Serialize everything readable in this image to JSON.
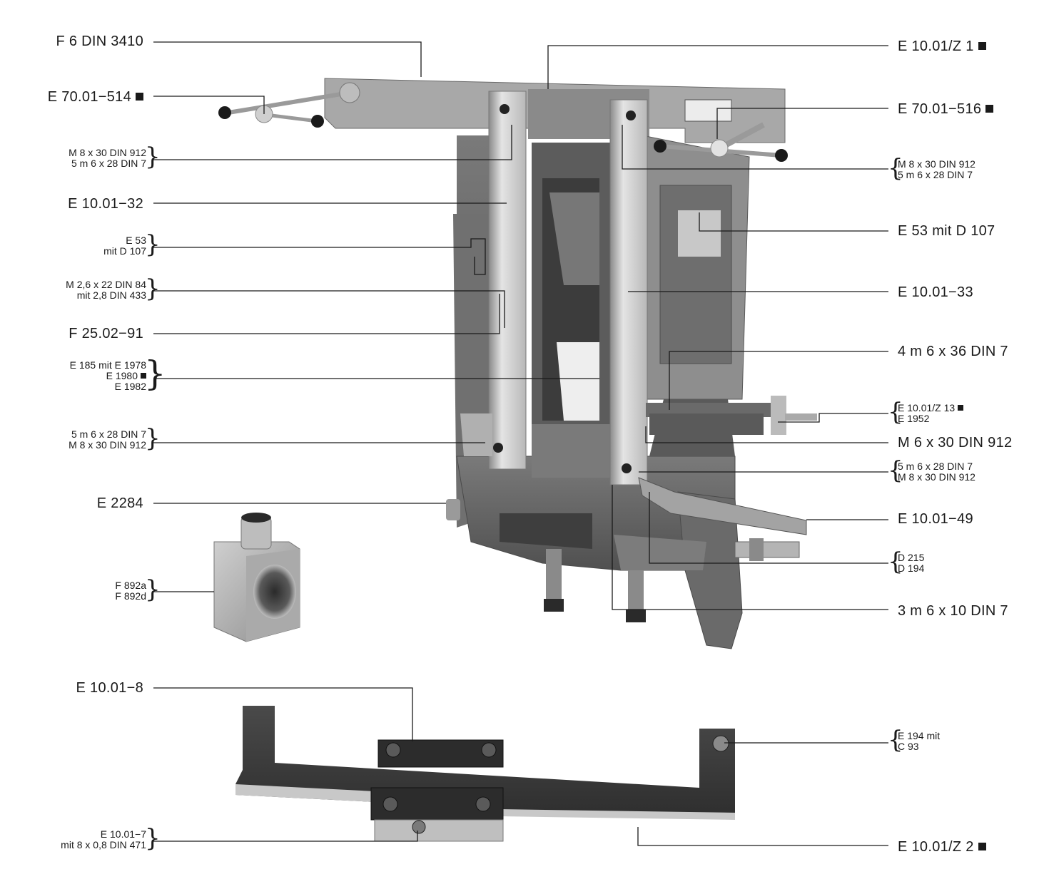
{
  "labels_left": [
    {
      "id": "f6-din3410",
      "text": "F 6 DIN 3410"
    },
    {
      "id": "e70-01-514",
      "text": "E 70.01−514",
      "square": true
    },
    {
      "id": "m8x30-5m6x28-left-top",
      "lines": [
        "M 8 x 30 DIN 912",
        "5 m 6 x 28 DIN 7"
      ]
    },
    {
      "id": "e10-01-32",
      "text": "E 10.01−32"
    },
    {
      "id": "e53-d107-left",
      "lines": [
        "E 53",
        "mit D 107"
      ]
    },
    {
      "id": "m26x22",
      "lines": [
        "M 2,6 x 22 DIN 84",
        "mit 2,8 DIN 433"
      ]
    },
    {
      "id": "f25-02-91",
      "text": "F 25.02−91"
    },
    {
      "id": "e185",
      "lines": [
        "E 185 mit E 1978",
        "E 1980",
        "E 1982"
      ]
    },
    {
      "id": "5m6x28-m8x30-left-bottom",
      "lines": [
        "5 m 6 x 28 DIN 7",
        "M 8 x 30 DIN 912"
      ]
    },
    {
      "id": "e2284",
      "text": "E 2284"
    },
    {
      "id": "f892",
      "lines": [
        "F 892a",
        "F 892d"
      ]
    },
    {
      "id": "e10-01-8",
      "text": "E 10.01−8"
    },
    {
      "id": "e10-01-7",
      "lines": [
        "E 10.01−7",
        "mit 8 x 0,8 DIN 471"
      ]
    }
  ],
  "labels_right": [
    {
      "id": "e10-01-z1",
      "text": "E 10.01/Z 1",
      "square": true
    },
    {
      "id": "e70-01-516",
      "text": "E 70.01−516",
      "square": true
    },
    {
      "id": "m8x30-5m6x28-right-top",
      "lines": [
        "M 8 x 30 DIN 912",
        "5 m 6 x 28 DIN 7"
      ]
    },
    {
      "id": "e53-d107-right",
      "text": "E 53 mit D 107"
    },
    {
      "id": "e10-01-33",
      "text": "E 10.01−33"
    },
    {
      "id": "4m6x36",
      "text": "4 m 6 x 36 DIN 7"
    },
    {
      "id": "e10-01-z13",
      "lines": [
        "E 10.01/Z 13",
        "E 1952"
      ]
    },
    {
      "id": "m6x30",
      "text": "M 6 x 30 DIN 912"
    },
    {
      "id": "5m6x28-m8x30-right",
      "lines": [
        "5 m 6 x 28 DIN 7",
        "M 8 x 30 DIN 912"
      ]
    },
    {
      "id": "e10-01-49",
      "text": "E 10.01−49"
    },
    {
      "id": "d215-d194",
      "lines": [
        "D 215",
        "D 194"
      ]
    },
    {
      "id": "3m6x10",
      "text": "3 m 6 x 10 DIN 7"
    },
    {
      "id": "e194-c93",
      "lines": [
        "E 194 mit",
        "C 93"
      ]
    },
    {
      "id": "e10-01-z2",
      "text": "E 10.01/Z 2",
      "square": true
    }
  ]
}
